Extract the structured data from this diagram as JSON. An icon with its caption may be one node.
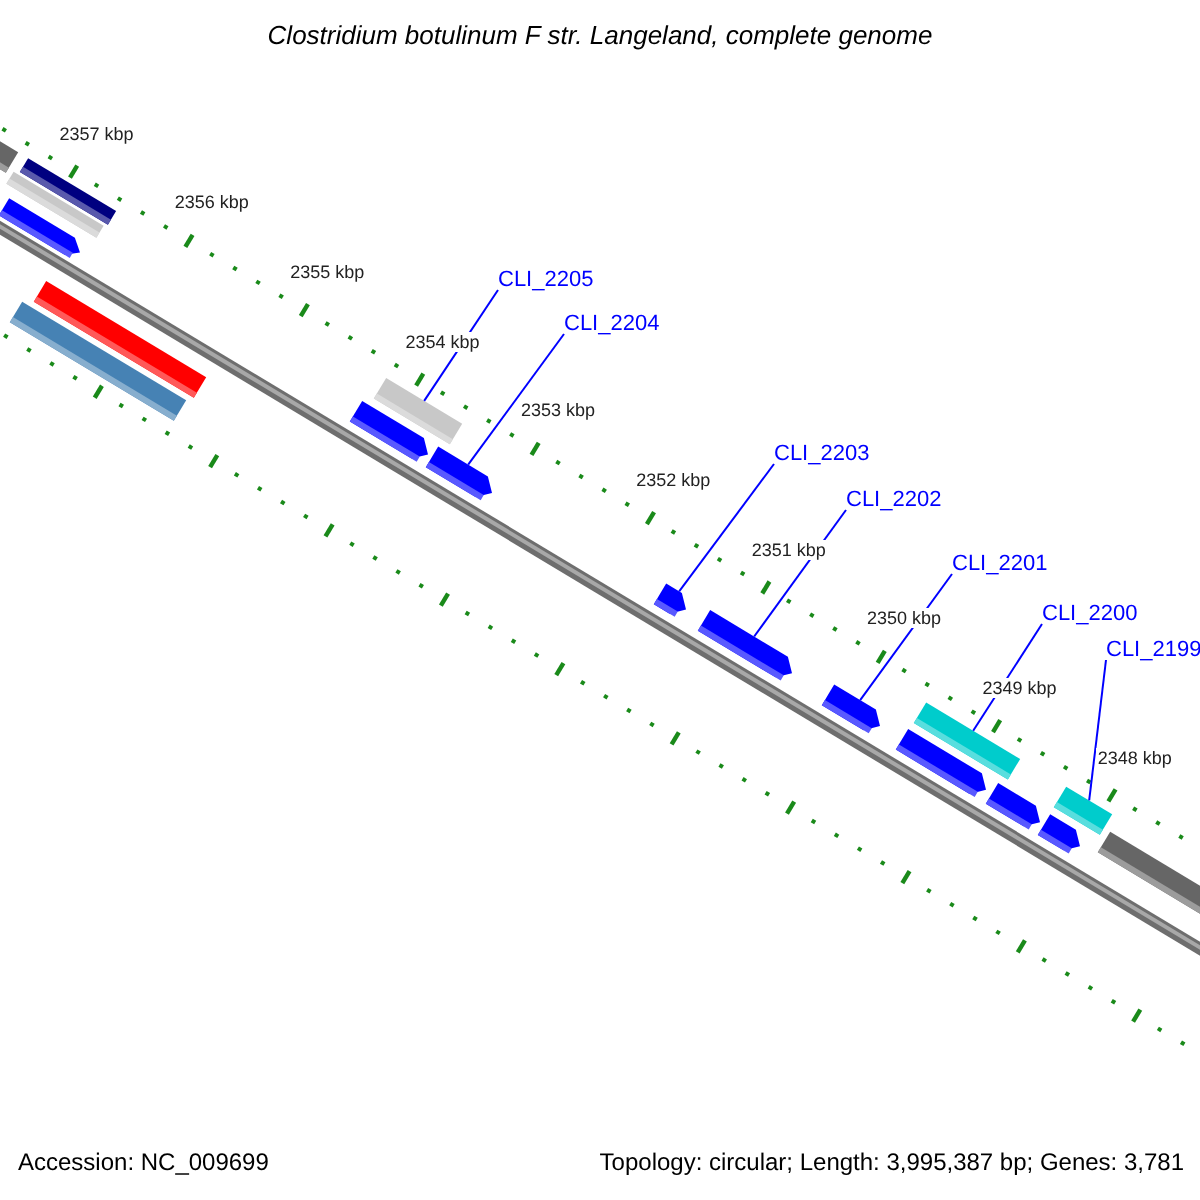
{
  "diagram": {
    "title": "Clostridium botulinum F str. Langeland, complete genome",
    "nodes": [
      {
        "text": [
          "CLI_2205"
        ]
      },
      {
        "text": [
          "CLI_2204"
        ]
      },
      {
        "text": [
          "CLI_2203"
        ]
      },
      {
        "text": [
          "CLI_2202"
        ]
      },
      {
        "text": [
          "CLI_2201"
        ]
      },
      {
        "text": [
          "CLI_2200"
        ]
      },
      {
        "text": [
          "CLI_2199"
        ]
      },
      {
        "text": [],
        "shape": "arrow"
      },
      {
        "text": [],
        "shape": "bar"
      },
      {
        "text": [],
        "shape": "bar"
      },
      {
        "text": [],
        "shape": "bar"
      },
      {
        "text": [],
        "shape": "bar"
      },
      {
        "text": [],
        "shape": "bar"
      },
      {
        "text": [],
        "shape": "arrow"
      },
      {
        "text": [],
        "shape": "bar"
      },
      {
        "text": [],
        "shape": "arrow"
      },
      {
        "text": [],
        "shape": "arrow"
      },
      {
        "text": [],
        "shape": "arrow"
      },
      {
        "text": [],
        "shape": "arrow"
      },
      {
        "text": [],
        "shape": "arrow"
      },
      {
        "text": [],
        "shape": "bar"
      },
      {
        "text": [],
        "shape": "arrow"
      },
      {
        "text": [],
        "shape": "arrow"
      },
      {
        "text": [],
        "shape": "bar"
      },
      {
        "text": [],
        "shape": "bar"
      }
    ],
    "edges": [
      {
        "from": 0,
        "to": 14,
        "arrow": "none"
      },
      {
        "from": 1,
        "to": 15,
        "arrow": "none"
      },
      {
        "from": 2,
        "to": 16,
        "arrow": "none"
      },
      {
        "from": 3,
        "to": 17,
        "arrow": "none"
      },
      {
        "from": 4,
        "to": 18,
        "arrow": "none"
      },
      {
        "from": 5,
        "to": 20,
        "arrow": "none"
      },
      {
        "from": 6,
        "to": 23,
        "arrow": "none"
      }
    ],
    "labels": [
      "2357 kbp",
      "2356 kbp",
      "2355 kbp",
      "2354 kbp",
      "2353 kbp",
      "2352 kbp",
      "2351 kbp",
      "2350 kbp",
      "2349 kbp",
      "2348 kbp",
      "Accession: NC_009699",
      "Topology: circular; Length: 3,995,387 bp; Genes: 3,781"
    ]
  }
}
